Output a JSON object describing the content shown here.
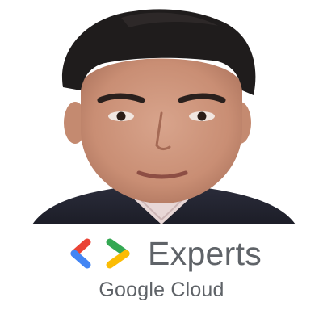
{
  "badge": {
    "program": "Experts",
    "organization": "Google Cloud"
  },
  "colors": {
    "background": "#ffffff",
    "text_gray": "#5f6368",
    "google_red": "#ea4335",
    "google_blue": "#4285f4",
    "google_green": "#34a853",
    "google_yellow": "#fbbc04"
  },
  "icons": {
    "logo": "developer-experts-brackets-logo",
    "portrait": "person-headshot-photo"
  }
}
